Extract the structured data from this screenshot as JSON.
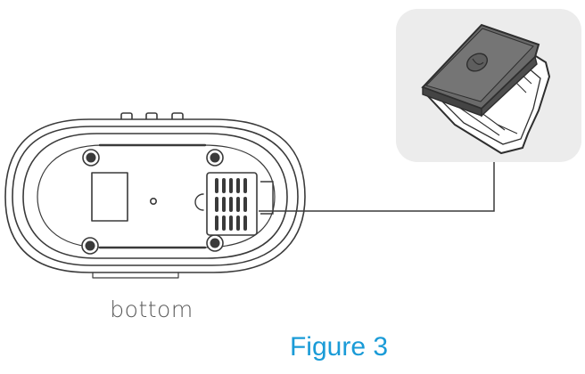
{
  "figure": {
    "view_caption": "bottom",
    "figure_label": "Figure 3",
    "accent_color": "#1a9bd7",
    "line_color": "#3a3a3a",
    "inset_background": "#ececec"
  },
  "illustration": {
    "device_view": "device-bottom-view",
    "inset_detail": "filter-cartridge-detail",
    "callout": "leader-line"
  }
}
